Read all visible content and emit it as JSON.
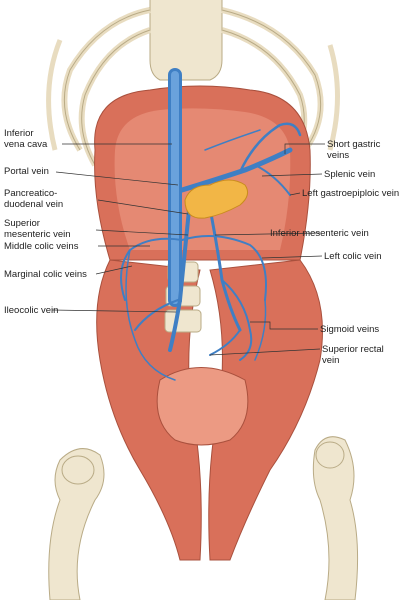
{
  "labels": {
    "inferior_vena_cava": "Inferior\nvena cava",
    "portal_vein": "Portal vein",
    "pancreaticoduodenal_vein": "Pancreatico-\nduodenal vein",
    "superior_mesenteric_vein": "Superior\nmesenteric vein",
    "middle_colic_veins": "Middle colic veins",
    "marginal_colic_veins": "Marginal colic veins",
    "ileocolic_vein": "Ileocolic vein",
    "short_gastric_veins": "Short gastric veins",
    "splenic_vein": "Splenic vein",
    "left_gastroepiploic_vein": "Left gastroepiploic vein",
    "inferior_mesenteric_vein": "Inferior mesenteric vein",
    "left_colic_vein": "Left colic vein",
    "sigmoid_veins": "Sigmoid veins",
    "superior_rectal_vein": "Superior rectal vein"
  },
  "colors": {
    "vein": "#3f7fc4",
    "muscle": "#d9705a",
    "muscle_light": "#ec9a83",
    "bone": "#efe6cf",
    "bone_line": "#b9ab86",
    "pancreas": "#f2b646",
    "leader": "#333333"
  }
}
